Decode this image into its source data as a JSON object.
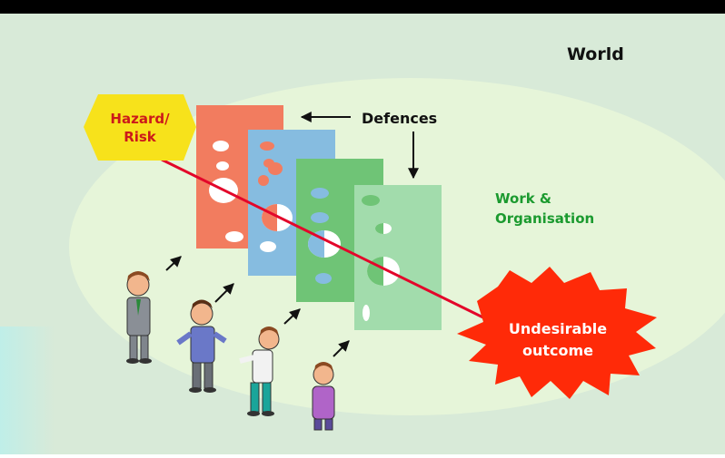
{
  "labels": {
    "world": "World",
    "defences": "Defences",
    "work_line1": "Work &",
    "work_line2": "Organisation",
    "hazard_line1": "Hazard/",
    "hazard_line2": "Risk",
    "outcome_line1": "Undesirable",
    "outcome_line2": "outcome"
  },
  "colors": {
    "frame": "#000000",
    "world_bg": "#d8ead8",
    "organisation_bg": "#e6f5d9",
    "layer1": "#f27c5f",
    "layer2": "#86bce0",
    "layer3": "#6fc476",
    "layer4": "#a2dcac",
    "hazard": "#f7e21b",
    "hazard_text": "#cc1a1a",
    "outcome": "#ff2a08",
    "outcome_text": "#ffffff",
    "trajectory": "#e3062a",
    "work_text": "#1b9a2f",
    "world_text": "#111111"
  },
  "icons": [
    "person-1",
    "person-2",
    "person-3",
    "person-4",
    "arrow-icon"
  ]
}
